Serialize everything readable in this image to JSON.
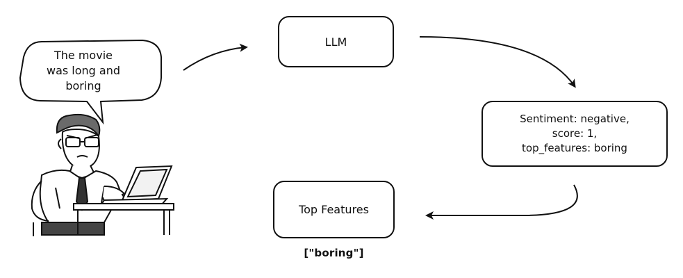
{
  "speech_bubble": {
    "lines": [
      "The movie",
      "was long and",
      "boring"
    ]
  },
  "llm_box": {
    "label": "LLM"
  },
  "sentiment_box": {
    "lines": [
      "Sentiment: negative,",
      "score: 1,",
      "top_features: boring"
    ]
  },
  "top_features_box": {
    "label": "Top Features"
  },
  "result": {
    "text": "[\"boring\"]"
  },
  "illustration": {
    "subject": "angry man typing on laptop at desk"
  },
  "colors": {
    "stroke": "#111111",
    "background": "#ffffff",
    "skin": "#ffffff"
  }
}
